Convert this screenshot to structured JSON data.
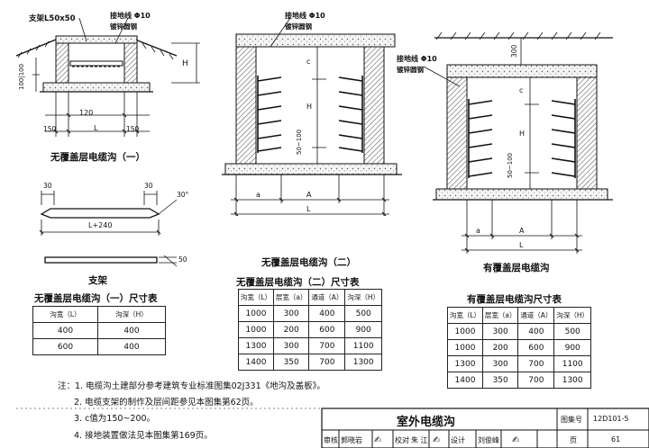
{
  "drawing": {
    "fig1": {
      "support_label": "支架L50x50",
      "ground_label": "接地线 Φ10",
      "ground_sub": "镀锌圆钢",
      "dim_h": "H",
      "dim_100_100": "100|100",
      "dim_120": "120",
      "dim_L": "L",
      "dim_150a": "150",
      "dim_150b": "150",
      "caption": "无覆盖层电缆沟（一）"
    },
    "fig2": {
      "ground_label": "接地线 Φ10",
      "ground_sub": "镀锌圆钢",
      "dim_c": "c",
      "dim_H": "H",
      "dim_50_100": "50~100",
      "dim_a": "a",
      "dim_A": "A",
      "dim_L": "L",
      "caption": "无覆盖层电缆沟（二）"
    },
    "fig3": {
      "dim_300": "300",
      "ground_label": "接地线 Φ10",
      "ground_sub": "镀锌圆钢",
      "dim_c": "c",
      "dim_H": "H",
      "dim_50_100": "50~100",
      "dim_a": "a",
      "dim_A": "A",
      "dim_L": "L",
      "caption": "有覆盖层电缆沟"
    },
    "bracket": {
      "dim_30a": "30",
      "dim_30b": "30",
      "angle": "30°",
      "dim_L240": "L+240",
      "dim_50": "50",
      "caption": "支架"
    }
  },
  "table1": {
    "title": "无覆盖层电缆沟（一）尺寸表",
    "headers": [
      "沟宽（L）",
      "沟深（H）"
    ],
    "rows": [
      [
        "400",
        "400"
      ],
      [
        "600",
        "400"
      ]
    ]
  },
  "table2": {
    "title": "无覆盖层电缆沟（二）尺寸表",
    "headers": [
      "沟宽（L）",
      "层宽（a）",
      "通道（A）",
      "沟深（H）"
    ],
    "rows": [
      [
        "1000",
        "300",
        "400",
        "500"
      ],
      [
        "1000",
        "200",
        "600",
        "900"
      ],
      [
        "1300",
        "300",
        "700",
        "1100"
      ],
      [
        "1400",
        "350",
        "700",
        "1300"
      ]
    ]
  },
  "table3": {
    "title": "有覆盖层电缆沟尺寸表",
    "headers": [
      "沟宽（L）",
      "层宽（a）",
      "通道（A）",
      "沟深（H）"
    ],
    "rows": [
      [
        "1000",
        "300",
        "400",
        "500"
      ],
      [
        "1000",
        "200",
        "600",
        "900"
      ],
      [
        "1300",
        "300",
        "700",
        "1100"
      ],
      [
        "1400",
        "350",
        "700",
        "1300"
      ]
    ]
  },
  "notes": [
    "注：1. 电缆沟土建部分参考建筑专业标准图集02J331《地沟及盖板》。",
    "2. 电缆支架的制作及层间距参见本图集第62页。",
    "3. c值为150~200。",
    "4. 接地装置做法见本图集第169页。"
  ],
  "title_block": {
    "drawing_title": "室外电缆沟",
    "atlas_label": "图集号",
    "atlas_no": "12D101-5",
    "review_label": "审核",
    "reviewer": "郭晓岩",
    "check_label": "校对",
    "checker": "朱 江",
    "design_label": "设计",
    "designer": "刘俊峰",
    "page_label": "页",
    "page_no": "61"
  }
}
